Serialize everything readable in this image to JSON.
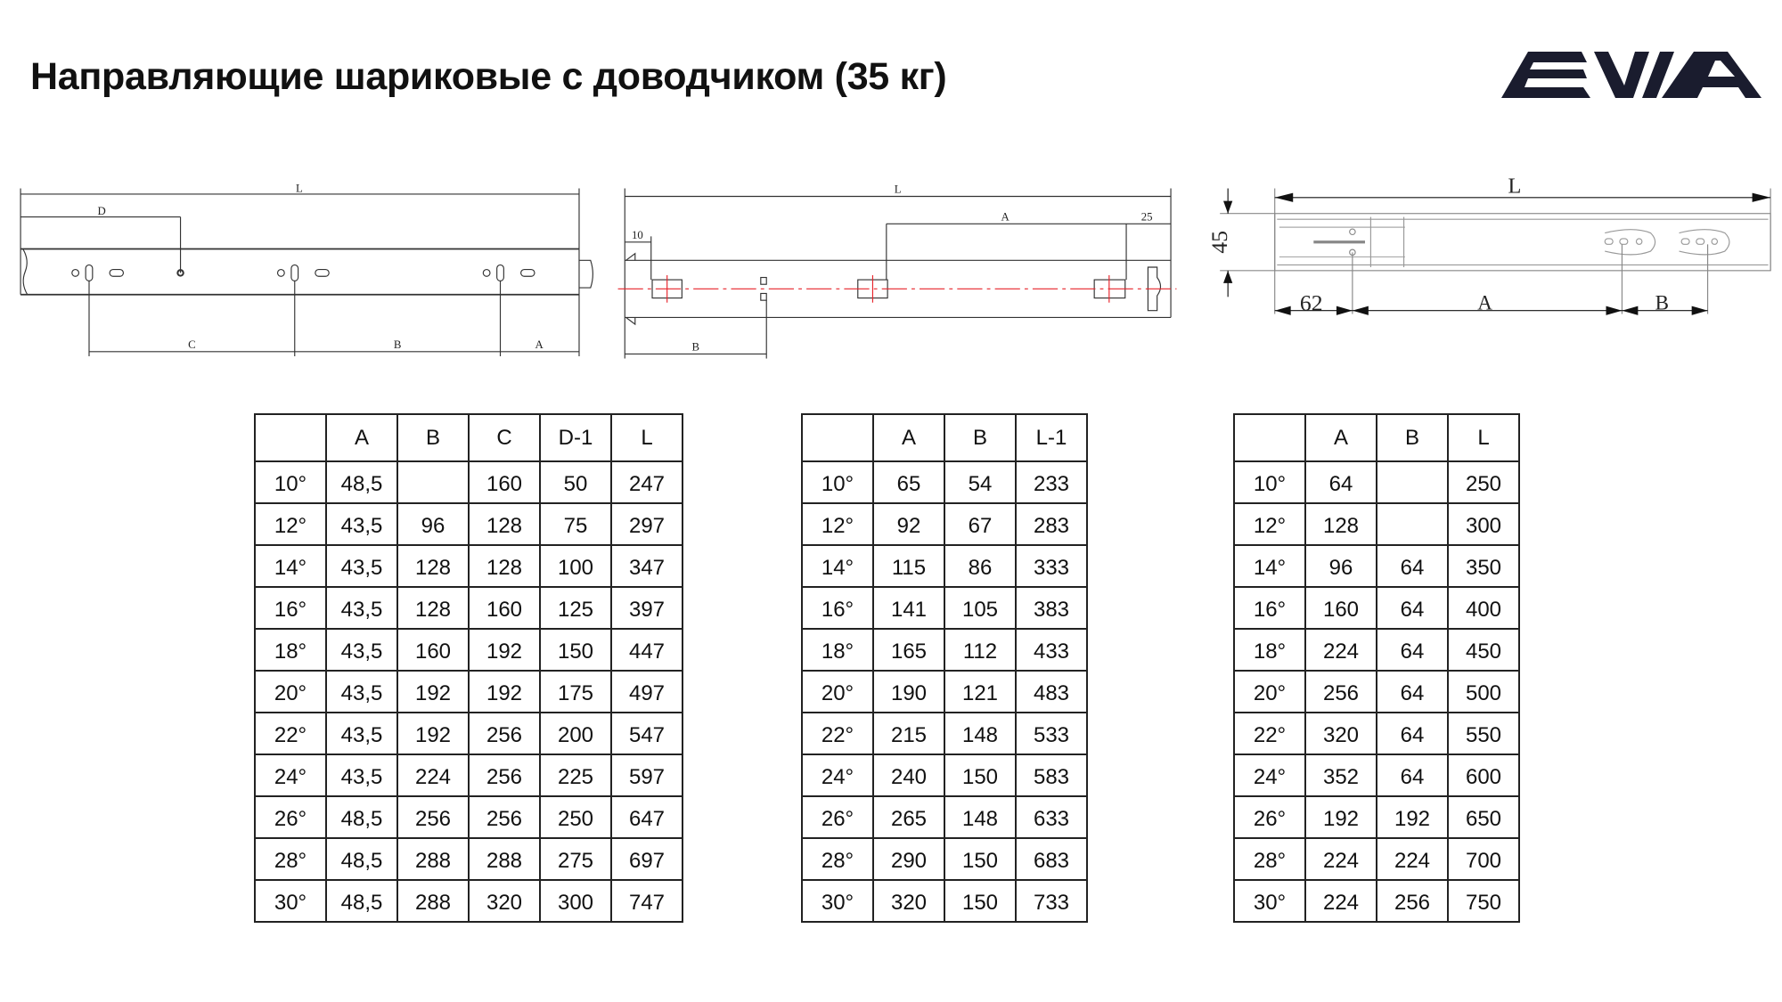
{
  "header": {
    "title": "Направляющие шариковые с доводчиком (35 кг)",
    "logo_text": "EVIA",
    "logo_color": "#1a1c2e"
  },
  "drawings": {
    "d1": {
      "L": "L",
      "D": "D",
      "C": "C",
      "B": "B",
      "A": "A"
    },
    "d2": {
      "L": "L",
      "A": "A",
      "d25": "25",
      "d10": "10",
      "B": "B"
    },
    "d3": {
      "L": "L",
      "h45": "45",
      "d62": "62",
      "A": "A",
      "B": "B"
    },
    "centerline_color": "#e8232a"
  },
  "tables": [
    {
      "headers": [
        "",
        "A",
        "B",
        "C",
        "D-1",
        "L"
      ],
      "rows": [
        [
          "10°",
          "48,5",
          "",
          "160",
          "50",
          "247"
        ],
        [
          "12°",
          "43,5",
          "96",
          "128",
          "75",
          "297"
        ],
        [
          "14°",
          "43,5",
          "128",
          "128",
          "100",
          "347"
        ],
        [
          "16°",
          "43,5",
          "128",
          "160",
          "125",
          "397"
        ],
        [
          "18°",
          "43,5",
          "160",
          "192",
          "150",
          "447"
        ],
        [
          "20°",
          "43,5",
          "192",
          "192",
          "175",
          "497"
        ],
        [
          "22°",
          "43,5",
          "192",
          "256",
          "200",
          "547"
        ],
        [
          "24°",
          "43,5",
          "224",
          "256",
          "225",
          "597"
        ],
        [
          "26°",
          "48,5",
          "256",
          "256",
          "250",
          "647"
        ],
        [
          "28°",
          "48,5",
          "288",
          "288",
          "275",
          "697"
        ],
        [
          "30°",
          "48,5",
          "288",
          "320",
          "300",
          "747"
        ]
      ]
    },
    {
      "headers": [
        "",
        "A",
        "B",
        "L-1"
      ],
      "rows": [
        [
          "10°",
          "65",
          "54",
          "233"
        ],
        [
          "12°",
          "92",
          "67",
          "283"
        ],
        [
          "14°",
          "115",
          "86",
          "333"
        ],
        [
          "16°",
          "141",
          "105",
          "383"
        ],
        [
          "18°",
          "165",
          "112",
          "433"
        ],
        [
          "20°",
          "190",
          "121",
          "483"
        ],
        [
          "22°",
          "215",
          "148",
          "533"
        ],
        [
          "24°",
          "240",
          "150",
          "583"
        ],
        [
          "26°",
          "265",
          "148",
          "633"
        ],
        [
          "28°",
          "290",
          "150",
          "683"
        ],
        [
          "30°",
          "320",
          "150",
          "733"
        ]
      ]
    },
    {
      "headers": [
        "",
        "A",
        "B",
        "L"
      ],
      "rows": [
        [
          "10°",
          "64",
          "",
          "250"
        ],
        [
          "12°",
          "128",
          "",
          "300"
        ],
        [
          "14°",
          "96",
          "64",
          "350"
        ],
        [
          "16°",
          "160",
          "64",
          "400"
        ],
        [
          "18°",
          "224",
          "64",
          "450"
        ],
        [
          "20°",
          "256",
          "64",
          "500"
        ],
        [
          "22°",
          "320",
          "64",
          "550"
        ],
        [
          "24°",
          "352",
          "64",
          "600"
        ],
        [
          "26°",
          "192",
          "192",
          "650"
        ],
        [
          "28°",
          "224",
          "224",
          "700"
        ],
        [
          "30°",
          "224",
          "256",
          "750"
        ]
      ]
    }
  ]
}
